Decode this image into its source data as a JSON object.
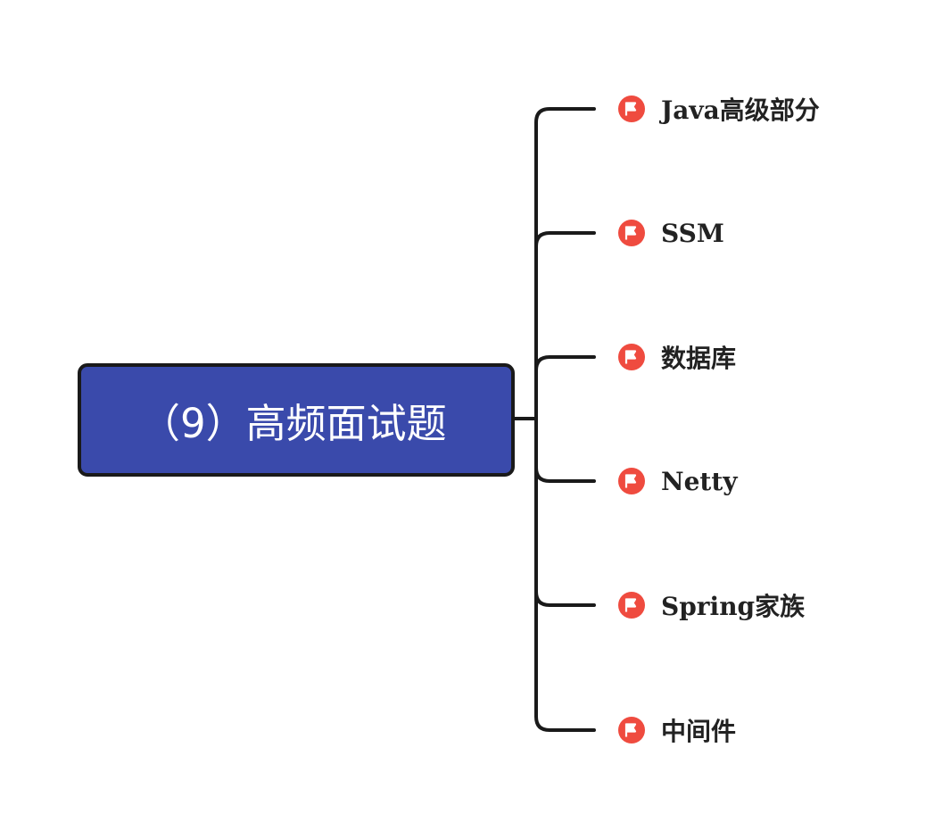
{
  "colors": {
    "root_fill": "#3a4aab",
    "root_border": "#1a1a1a",
    "connector": "#1a1a1a",
    "flag_marker": "#ef4b3f",
    "root_text": "#ffffff",
    "branch_text": "#222222"
  },
  "root": {
    "label": "（9）高频面试题"
  },
  "branches": [
    {
      "label": "Java高级部分",
      "icon": "flag-icon"
    },
    {
      "label": "SSM",
      "icon": "flag-icon"
    },
    {
      "label": "数据库",
      "icon": "flag-icon"
    },
    {
      "label": "Netty",
      "icon": "flag-icon"
    },
    {
      "label": "Spring家族",
      "icon": "flag-icon"
    },
    {
      "label": "中间件",
      "icon": "flag-icon"
    }
  ]
}
